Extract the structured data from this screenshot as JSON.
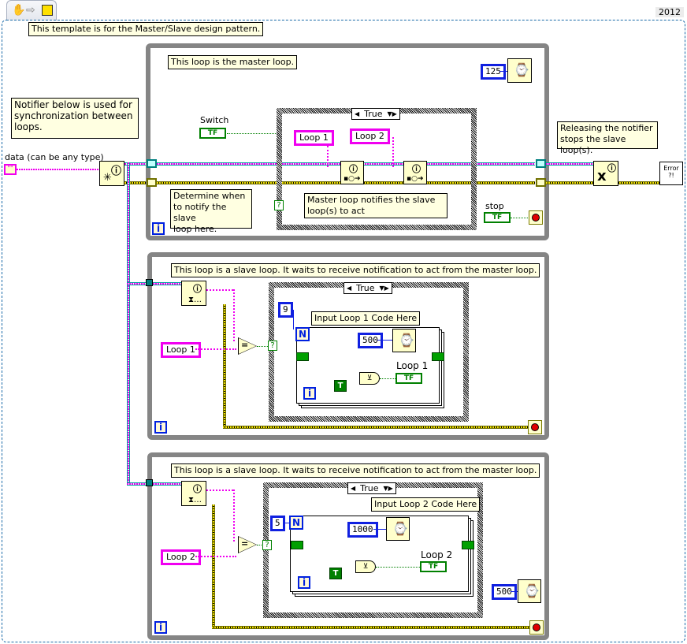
{
  "window": {
    "toolbar_icons": [
      "hand-icon",
      "arrow-right-icon",
      "vi-icon"
    ],
    "version_label": "2012"
  },
  "comments": {
    "template": "This template is for the Master/Slave design pattern.",
    "notifier_info": "Notifier below is used for\nsynchronization between\nloops.",
    "master_loop": "This loop is the master loop.",
    "determine_when": "Determine when\nto notify the slave\nloop here.",
    "master_notifies": "Master loop notifies the slave\nloop(s) to act",
    "releasing": "Releasing the notifier\nstops the slave loop(s).",
    "slave_loop_1": "This loop is a slave loop. It waits to receive notification to act from the master loop.",
    "slave_loop_2": "This loop is a slave loop. It waits to receive notification to act from the master loop.",
    "input_loop_1": "Input Loop 1 Code Here",
    "input_loop_2": "Input Loop 2 Code Here"
  },
  "labels": {
    "data": "data (can be any type)",
    "data_const": "\"\"",
    "switch": "Switch",
    "stop": "stop",
    "loop1_indicator": "Loop 1",
    "loop2_indicator": "Loop 2",
    "bool_text": "TF",
    "true_const": "T",
    "iteration": "i",
    "count": "N",
    "error_icon_text": "Error\n?!"
  },
  "master": {
    "wait_ms": "125",
    "case_selector": "True",
    "string_consts": [
      "Loop 1",
      "Loop 2"
    ]
  },
  "slave1": {
    "string_const": "Loop 1",
    "case_selector": "True",
    "loop_count": "9",
    "wait_ms": "500"
  },
  "slave2": {
    "string_const": "Loop 2",
    "case_selector": "True",
    "loop_count": "5",
    "wait_ms": "1000",
    "outer_wait_ms": "500"
  },
  "colors": {
    "string_wire": "#f000f0",
    "refnum_wire": "#00a0a0",
    "error_wire": "#f0e000",
    "boolean": "#008000",
    "numeric": "#1020e0",
    "loop_border": "#858585"
  }
}
